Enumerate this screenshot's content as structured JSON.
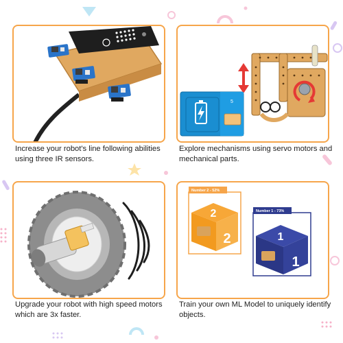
{
  "features": [
    {
      "caption": "Increase your robot's line following abilities using three IR sensors.",
      "image": "ir-sensor-robot-board"
    },
    {
      "caption": "Explore mechanisms using servo motors and mechanical parts.",
      "image": "servo-mechanism-arm",
      "battery_label": "5"
    },
    {
      "caption": "Upgrade your robot with high speed motors which are 3x faster.",
      "image": "high-speed-motor-wheel"
    },
    {
      "caption": "Train your own ML Model to uniquely identify objects.",
      "image": "ml-model-number-cubes",
      "cube_orange": {
        "label": "Number 2 - 52%",
        "digit": "2"
      },
      "cube_blue": {
        "label": "Number 1 - 73%",
        "digit": "1"
      }
    }
  ],
  "colors": {
    "card_border": "#f6a54a",
    "accent_orange": "#f6a54a",
    "cube_blue": "#2f3c8f",
    "arrow_red": "#e53935"
  }
}
